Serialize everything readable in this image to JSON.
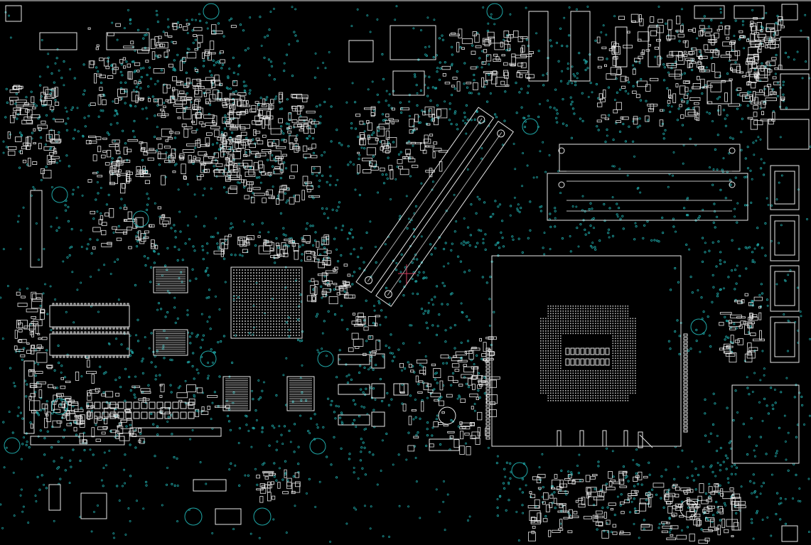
{
  "view": {
    "background": "#000000",
    "outline_color": "#e8e8e8",
    "via_color": "#1fa8a8",
    "accent_color": "#d04060",
    "content": "pcb-bottom-layer-boardview"
  },
  "components": {
    "cpu_socket": "cpu-socket-lga",
    "chipset": "chipset-bga",
    "dimm_slots": 2,
    "memory_slots_horizontal": 2,
    "rear_io_ports": 4
  }
}
